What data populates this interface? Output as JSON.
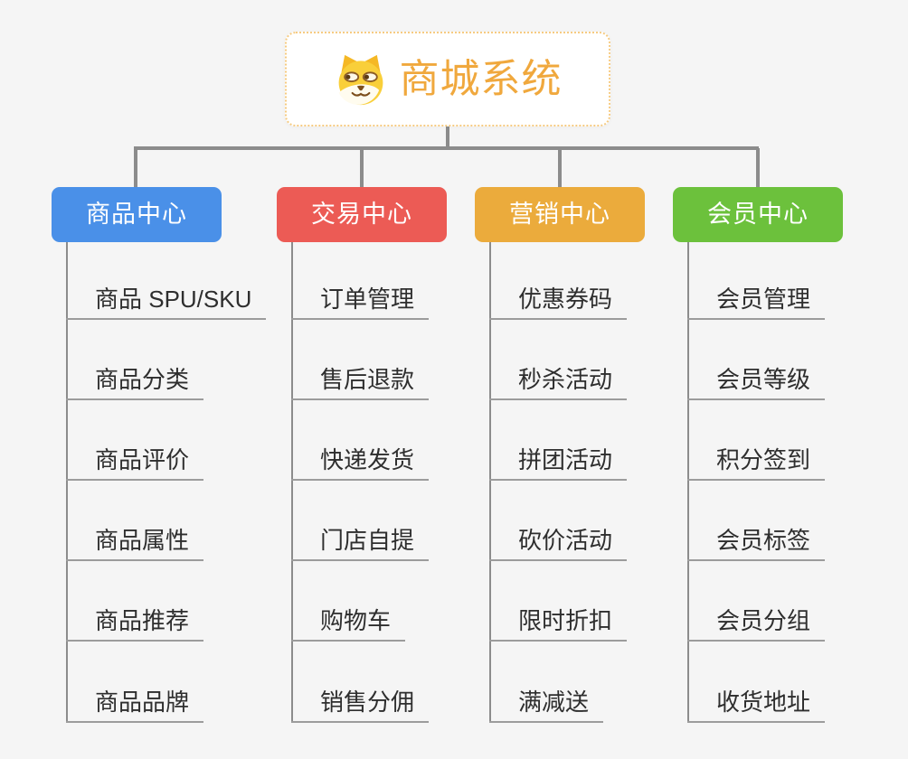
{
  "canvas": {
    "background": "#F5F5F5",
    "connector_color": "#8C8C8C",
    "underline_color": "#9C9C9C"
  },
  "root": {
    "title": "商城系统",
    "icon": "dog-face-icon",
    "text_color": "#F0A83D",
    "border_color": "#F6CB82",
    "background": "#FFFFFF"
  },
  "branches": [
    {
      "label": "商品中心",
      "color": "#4A90E8",
      "items": [
        "商品 SPU/SKU",
        "商品分类",
        "商品评价",
        "商品属性",
        "商品推荐",
        "商品品牌"
      ]
    },
    {
      "label": "交易中心",
      "color": "#EC5B55",
      "items": [
        "订单管理",
        "售后退款",
        "快递发货",
        "门店自提",
        "购物车",
        "销售分佣"
      ]
    },
    {
      "label": "营销中心",
      "color": "#EBAB3C",
      "items": [
        "优惠券码",
        "秒杀活动",
        "拼团活动",
        "砍价活动",
        "限时折扣",
        "满减送"
      ]
    },
    {
      "label": "会员中心",
      "color": "#6CC13C",
      "items": [
        "会员管理",
        "会员等级",
        "积分签到",
        "会员标签",
        "会员分组",
        "收货地址"
      ]
    }
  ]
}
